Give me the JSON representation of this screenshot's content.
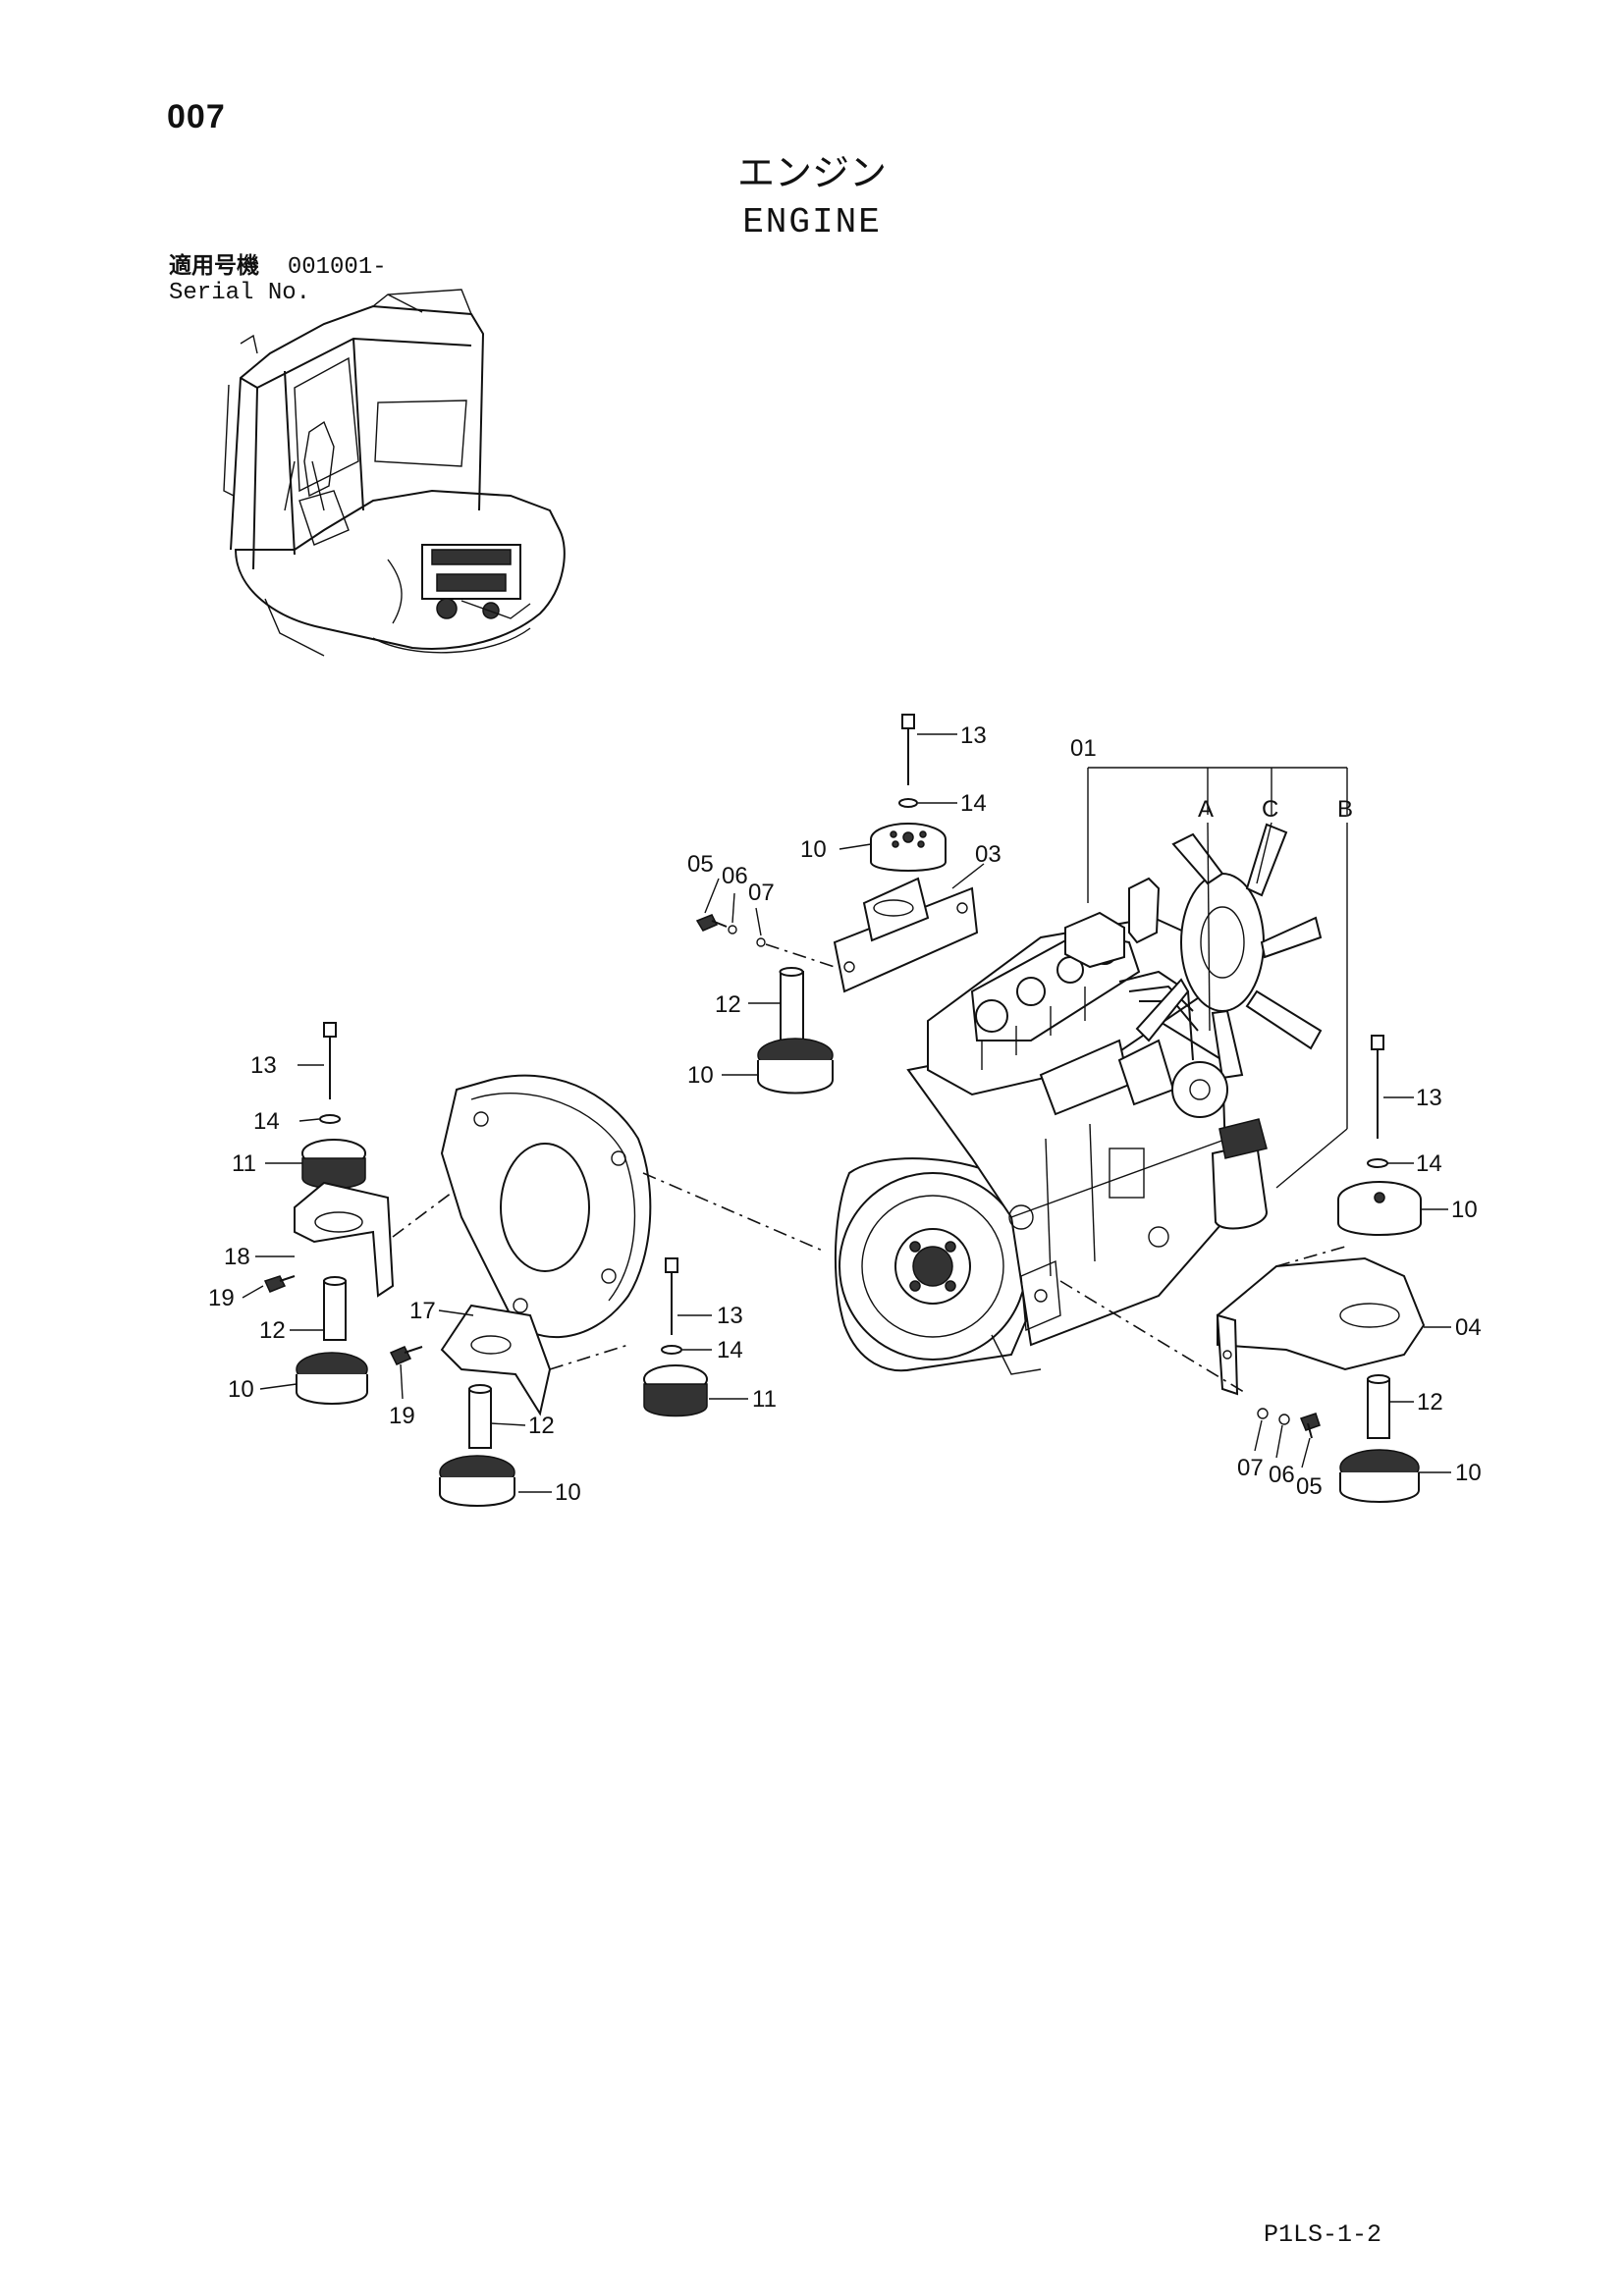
{
  "page_number": "007",
  "title_jp": "エンジン",
  "title_en": "ENGINE",
  "serial": {
    "label_jp": "適用号機",
    "value": "001001-",
    "label_en": "Serial No."
  },
  "footer_code": "P1LS-1-2",
  "callouts": {
    "c01": "01",
    "cA": "A",
    "cB": "B",
    "cC": "C",
    "c03": "03",
    "c04": "04",
    "c05a": "05",
    "c06a": "06",
    "c07a": "07",
    "c05b": "05",
    "c06b": "06",
    "c07b": "07",
    "c10a": "10",
    "c10b": "10",
    "c10c": "10",
    "c10d": "10",
    "c10e": "10",
    "c10f": "10",
    "c11a": "11",
    "c11b": "11",
    "c12a": "12",
    "c12b": "12",
    "c12c": "12",
    "c12d": "12",
    "c13a": "13",
    "c13b": "13",
    "c13c": "13",
    "c13d": "13",
    "c14a": "14",
    "c14b": "14",
    "c14c": "14",
    "c14d": "14",
    "c17": "17",
    "c18": "18",
    "c19a": "19",
    "c19b": "19"
  }
}
